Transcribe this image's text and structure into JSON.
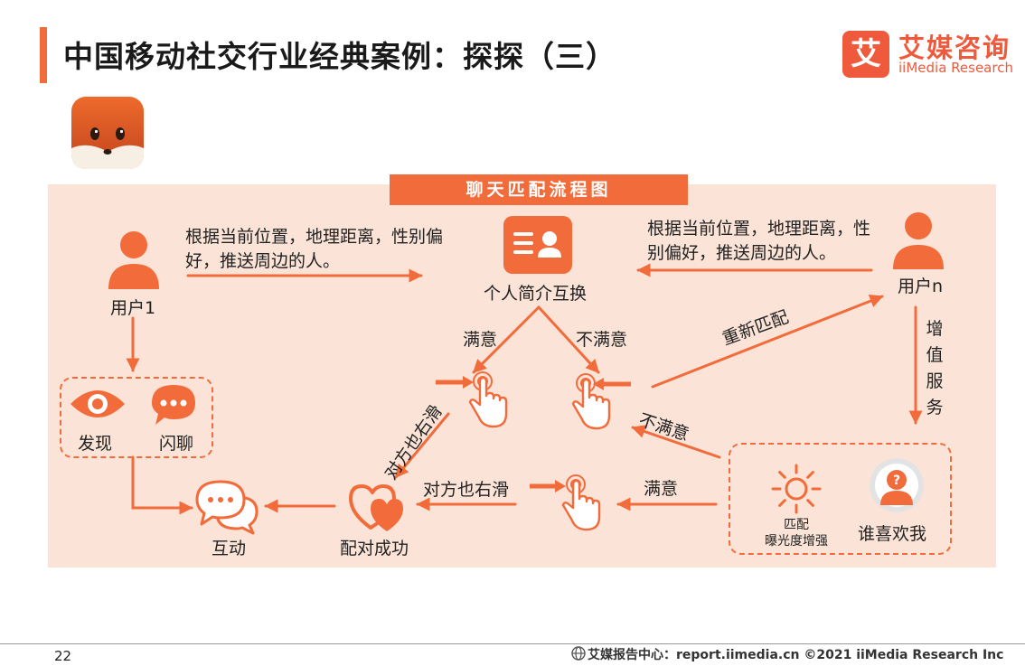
{
  "title": "中国移动社交行业经典案例：探探（三）",
  "brand": {
    "name_cn": "艾媒咨询",
    "name_en": "iiMedia Research",
    "logo_char": "艾",
    "color": "#ef5a3c"
  },
  "diagram": {
    "header": "聊天匹配流程图",
    "user1": "用户1",
    "user_n": "用户n",
    "profile_swap": "个人简介互换",
    "push_left": "根据当前位置，地理距离，性别偏好，推送周边的人。",
    "push_right": "根据当前位置，地理距离，性别偏好，推送周边的人。",
    "satisfied": "满意",
    "unsatisfied": "不满意",
    "rematch": "重新匹配",
    "unsatisfied_2": "不满意",
    "satisfied_2": "满意",
    "other_swipes_right": "对方也右滑",
    "other_swipes_right_2": "对方也右滑",
    "discover": "发现",
    "flash_chat": "闪聊",
    "interaction": "互动",
    "match_success": "配对成功",
    "value_added": "增值服务",
    "boost_line1": "匹配",
    "boost_line2": "曝光度增强",
    "who_likes_me": "谁喜欢我",
    "accent_color": "#f26b3a",
    "panel_color": "#fbe4d7"
  },
  "footer": {
    "page_number": "22",
    "source": "艾媒报告中心：report.iimedia.cn   ©2021  iiMedia Research  Inc"
  }
}
